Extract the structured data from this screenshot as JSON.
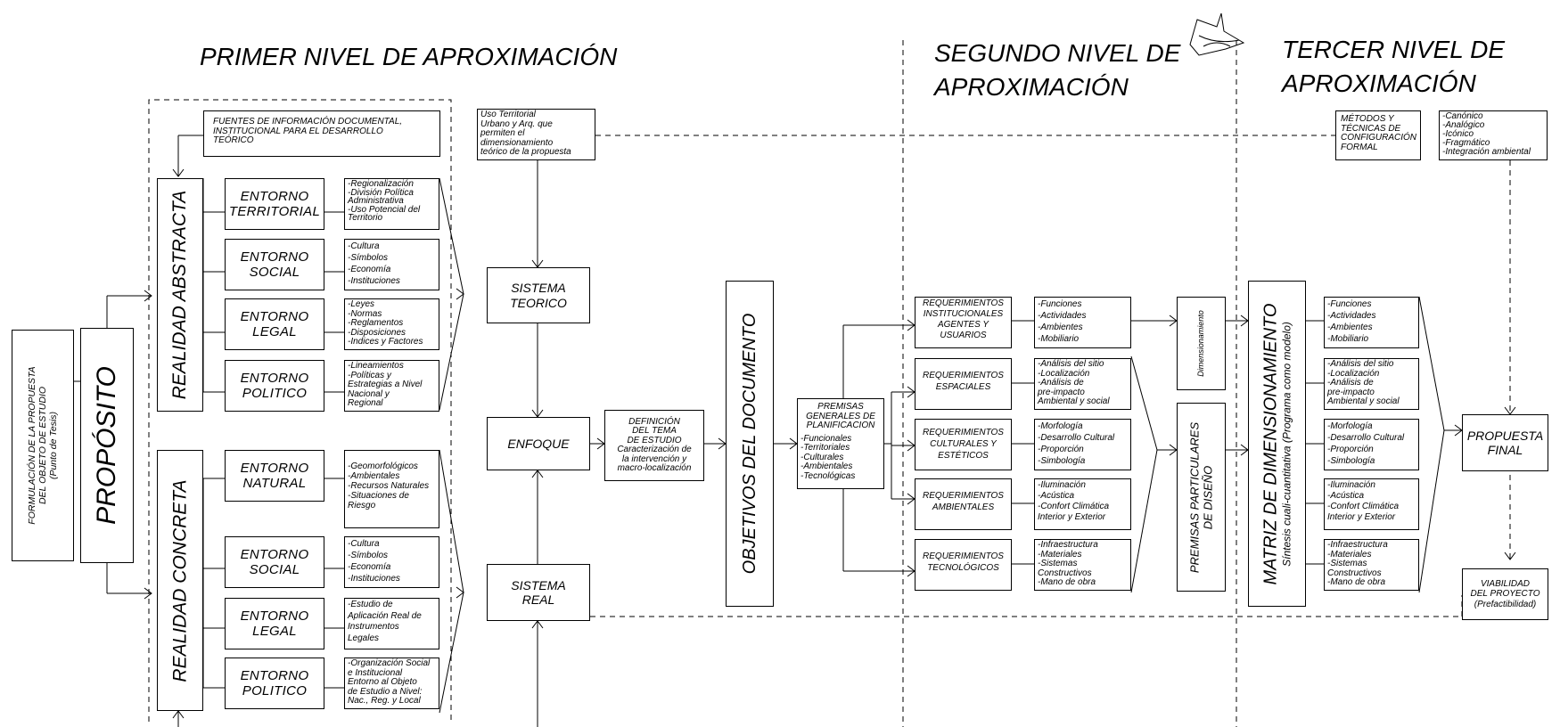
{
  "levels": {
    "primer": "PRIMER NIVEL DE APROXIMACIÓN",
    "segundo_1": "SEGUNDO NIVEL DE",
    "segundo_2": "APROXIMACIÓN",
    "tercer_1": "TERCER NIVEL DE",
    "tercer_2": "APROXIMACIÓN"
  },
  "formulacion": {
    "l1": "FORMULACIÓN DE LA PROPUESTA",
    "l2": "DEL OBJETO DE ESTUDIO",
    "l3": "(Punto de Tesis)"
  },
  "proposito": "PROPÓSITO",
  "fuentes": {
    "l1": "FUENTES DE INFORMACIÓN DOCUMENTAL,",
    "l2": "INSTITUCIONAL PARA EL DESARROLLO",
    "l3": "TEÓRICO"
  },
  "uso_territorial": [
    "Uso Territorial",
    "Urbano y Arq. que",
    "permiten el",
    "dimensionamiento",
    "teórico de la propuesta"
  ],
  "realidad_abstracta": "REALIDAD ABSTRACTA",
  "realidad_concreta": "REALIDAD CONCRETA",
  "abstracta": [
    {
      "l1": "ENTORNO",
      "l2": "TERRITORIAL",
      "items": [
        "-Regionalización",
        "-División Política",
        "  Administrativa",
        "-Uso Potencial del",
        " Territorio"
      ]
    },
    {
      "l1": "ENTORNO",
      "l2": "SOCIAL",
      "items": [
        "-Cultura",
        "-Símbolos",
        "-Economía",
        "-Instituciones"
      ]
    },
    {
      "l1": "ENTORNO",
      "l2": "LEGAL",
      "items": [
        "-Leyes",
        "-Normas",
        "-Reglamentos",
        "-Disposiciones",
        "-Indices y Factores"
      ]
    },
    {
      "l1": "ENTORNO",
      "l2": "POLITICO",
      "items": [
        "-Lineamientos",
        "-Políticas y",
        "Estrategias  a Nivel",
        "Nacional y",
        "Regional"
      ]
    }
  ],
  "concreta": [
    {
      "l1": "ENTORNO",
      "l2": "NATURAL",
      "items": [
        "-Geomorfológicos",
        "-Ambientales",
        "-Recursos Naturales",
        "-Situaciones de",
        " Riesgo"
      ]
    },
    {
      "l1": "ENTORNO",
      "l2": "SOCIAL",
      "items": [
        "-Cultura",
        "-Símbolos",
        "-Economía",
        "-Instituciones"
      ]
    },
    {
      "l1": "ENTORNO",
      "l2": "LEGAL",
      "items": [
        "-Estudio de",
        "Aplicación Real de",
        "Instrumentos",
        "Legales"
      ]
    },
    {
      "l1": "ENTORNO",
      "l2": "POLITICO",
      "items": [
        "-Organización Social",
        "e Institucional",
        "Entorno al Objeto",
        "de Estudio a Nivel:",
        "Nac., Reg. y Local"
      ]
    }
  ],
  "sistema_teorico": {
    "l1": "SISTEMA",
    "l2": "TEORICO"
  },
  "enfoque": "ENFOQUE",
  "sistema_real": {
    "l1": "SISTEMA",
    "l2": "REAL"
  },
  "definicion": [
    "DEFINICIÓN",
    "DEL TEMA",
    "DE ESTUDIO",
    "Caracterización de",
    "la intervención y",
    "macro-localización"
  ],
  "objetivos": "OBJETIVOS DEL DOCUMENTO",
  "premisas_generales": {
    "title": [
      "PREMISAS",
      "GENERALES DE",
      "PLANIFICACION"
    ],
    "items": [
      "-Funcionales",
      "-Territoriales",
      "-Culturales",
      "-Ambientales",
      "-Tecnológicas"
    ]
  },
  "requerimientos": [
    {
      "title": [
        "REQUERIMIENTOS",
        "INSTITUCIONALES",
        "AGENTES Y",
        "USUARIOS"
      ],
      "items": [
        "-Funciones",
        "-Actividades",
        "-Ambientes",
        "-Mobiliario"
      ]
    },
    {
      "title": [
        "REQUERIMIENTOS",
        "ESPACIALES"
      ],
      "items": [
        "-Análisis del sitio",
        "-Localización",
        "-Análisis de",
        " pre-impacto",
        " Ambiental y social"
      ]
    },
    {
      "title": [
        "REQUERIMIENTOS",
        "CULTURALES Y",
        "ESTÉTICOS"
      ],
      "items": [
        "-Morfología",
        "-Desarrollo Cultural",
        "-Proporción",
        "-Simbología"
      ]
    },
    {
      "title": [
        "REQUERIMIENTOS",
        "AMBIENTALES"
      ],
      "items": [
        "-Iluminación",
        "-Acústica",
        "-Confort Climática",
        " Interior y Exterior"
      ]
    },
    {
      "title": [
        "REQUERIMIENTOS",
        "TECNOLÓGICOS"
      ],
      "items": [
        "-Infraestructura",
        "-Materiales",
        "-Sistemas",
        " Constructivos",
        "-Mano de obra"
      ]
    }
  ],
  "dimensionamiento": "Dimensionamiento",
  "premisas_particulares": {
    "l1": "PREMISAS PARTICULARES",
    "l2": "DE DISEÑO"
  },
  "matriz": {
    "title": "MATRIZ DE DIMENSIONAMIENTO",
    "sub": "Síntesis cuali-cuantitativa (Programa como modelo)"
  },
  "matriz_items": [
    [
      "-Funciones",
      "-Actividades",
      "-Ambientes",
      "-Mobiliario"
    ],
    [
      "-Análisis del sitio",
      "-Localización",
      "-Análisis de",
      " pre-impacto",
      " Ambiental y social"
    ],
    [
      "-Morfología",
      "-Desarrollo Cultural",
      "-Proporción",
      "-Simbología"
    ],
    [
      "-Iluminación",
      "-Acústica",
      "-Confort Climática",
      " Interior y Exterior"
    ],
    [
      "-Infraestructura",
      "-Materiales",
      "-Sistemas",
      " Constructivos",
      "-Mano de obra"
    ]
  ],
  "metodos": [
    "MÉTODOS Y",
    "TÉCNICAS DE",
    "CONFIGURACIÓN",
    "FORMAL"
  ],
  "metodos_lista": [
    "-Canónico",
    "-Analógico",
    "-Icónico",
    "-Fragmático",
    "-Integración ambiental"
  ],
  "propuesta_final": {
    "l1": "PROPUESTA",
    "l2": "FINAL"
  },
  "viabilidad": [
    "VIABILIDAD",
    "DEL PROYECTO",
    "(Prefactibilidad)"
  ]
}
